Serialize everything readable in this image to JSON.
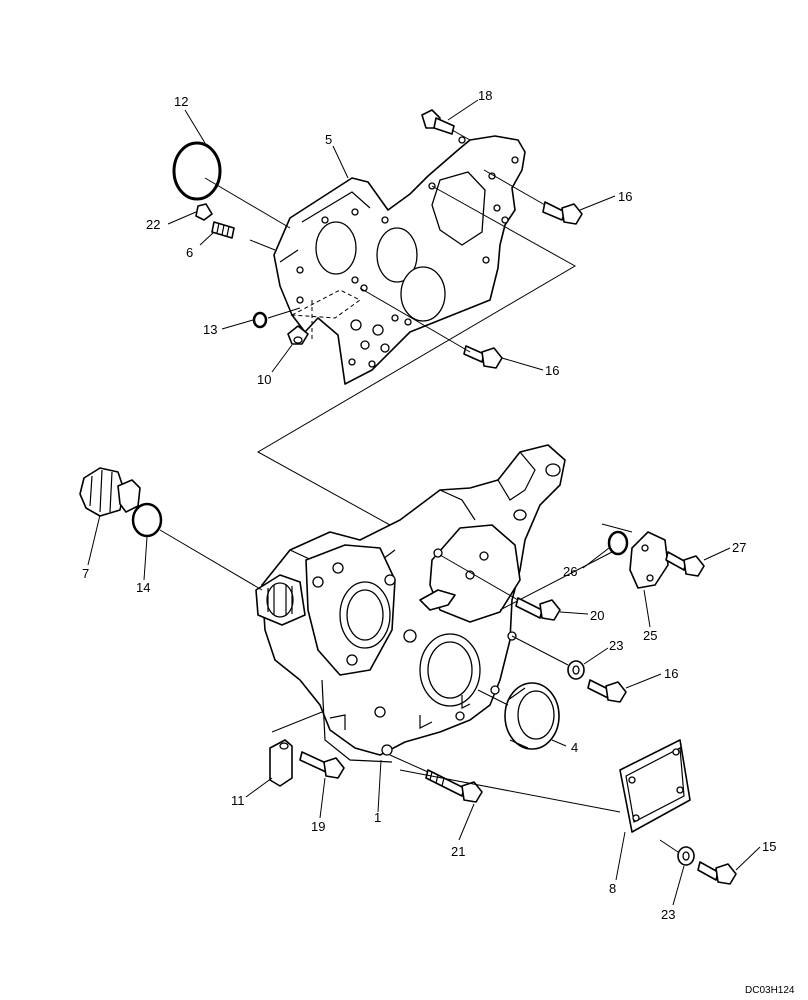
{
  "drawing_code": "DC03H124",
  "callouts": [
    {
      "id": "c12",
      "text": "12"
    },
    {
      "id": "c18",
      "text": "18"
    },
    {
      "id": "c5",
      "text": "5"
    },
    {
      "id": "c16a",
      "text": "16"
    },
    {
      "id": "c22",
      "text": "22"
    },
    {
      "id": "c6",
      "text": "6"
    },
    {
      "id": "c13",
      "text": "13"
    },
    {
      "id": "c10",
      "text": "10"
    },
    {
      "id": "c16b",
      "text": "16"
    },
    {
      "id": "c7",
      "text": "7"
    },
    {
      "id": "c14",
      "text": "14"
    },
    {
      "id": "c26",
      "text": "26"
    },
    {
      "id": "c27",
      "text": "27"
    },
    {
      "id": "c25",
      "text": "25"
    },
    {
      "id": "c20",
      "text": "20"
    },
    {
      "id": "c23a",
      "text": "23"
    },
    {
      "id": "c16c",
      "text": "16"
    },
    {
      "id": "c4",
      "text": "4"
    },
    {
      "id": "c11",
      "text": "11"
    },
    {
      "id": "c19",
      "text": "19"
    },
    {
      "id": "c1",
      "text": "1"
    },
    {
      "id": "c21",
      "text": "21"
    },
    {
      "id": "c15",
      "text": "15"
    },
    {
      "id": "c8",
      "text": "8"
    },
    {
      "id": "c23b",
      "text": "23"
    }
  ]
}
